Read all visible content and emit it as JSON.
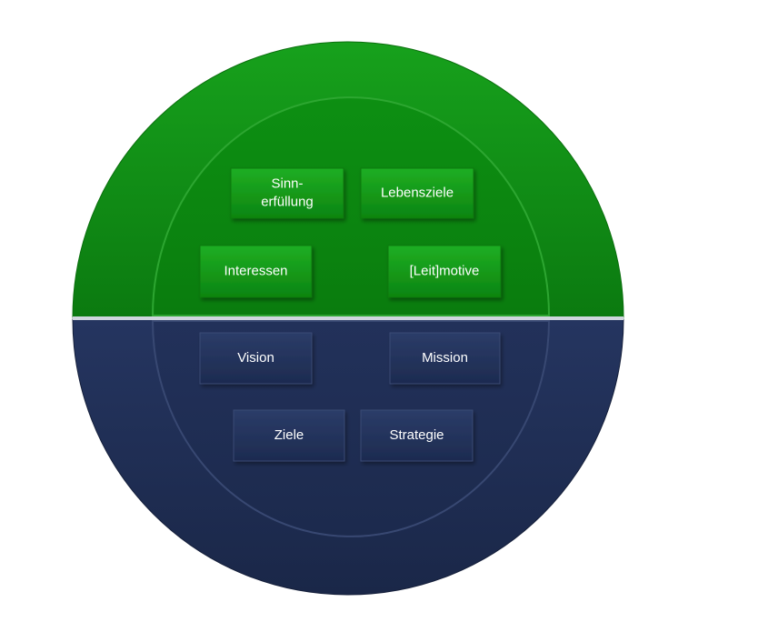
{
  "diagram": {
    "colors": {
      "top_half": "#0f8a14",
      "top_half_light": "#2bb12e",
      "top_half_dark": "#086b0c",
      "bottom_half": "#1f2e52",
      "bottom_half_light": "#2e4070",
      "bottom_half_dark": "#162240",
      "label_text": "#ffffff"
    },
    "top_boxes": [
      {
        "lines": [
          "Sinn-",
          "erfüllung"
        ]
      },
      {
        "lines": [
          "Lebensziele"
        ]
      },
      {
        "lines": [
          "Interessen"
        ]
      },
      {
        "lines": [
          "[Leit]motive"
        ]
      }
    ],
    "bottom_boxes": [
      {
        "lines": [
          "Vision"
        ]
      },
      {
        "lines": [
          "Mission"
        ]
      },
      {
        "lines": [
          "Ziele"
        ]
      },
      {
        "lines": [
          "Strategie"
        ]
      }
    ]
  }
}
